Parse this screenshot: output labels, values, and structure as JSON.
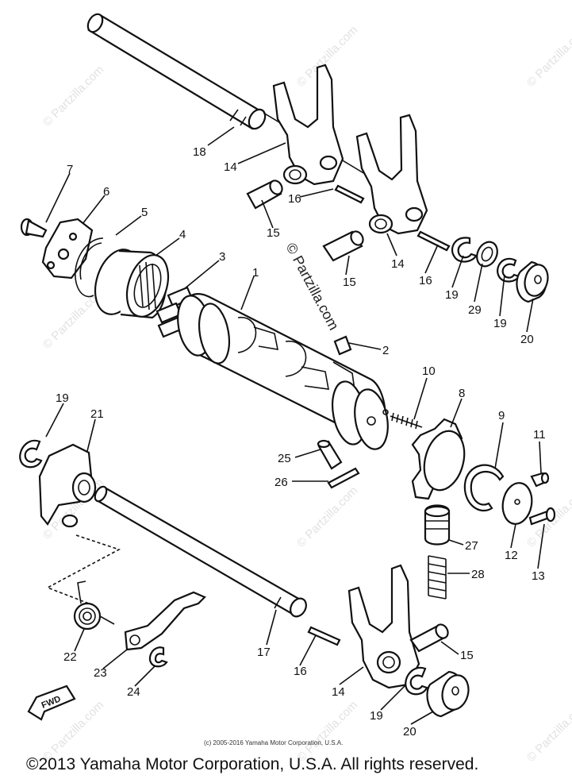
{
  "watermark": {
    "text": "© Partzilla.com",
    "center_text": "© Partzilla.com"
  },
  "parts": [
    {
      "id": "p1",
      "label": "1"
    },
    {
      "id": "p2",
      "label": "2"
    },
    {
      "id": "p3",
      "label": "3"
    },
    {
      "id": "p4",
      "label": "4"
    },
    {
      "id": "p5",
      "label": "5"
    },
    {
      "id": "p6",
      "label": "6"
    },
    {
      "id": "p7",
      "label": "7"
    },
    {
      "id": "p8",
      "label": "8"
    },
    {
      "id": "p9",
      "label": "9"
    },
    {
      "id": "p10",
      "label": "10"
    },
    {
      "id": "p11",
      "label": "11"
    },
    {
      "id": "p12",
      "label": "12"
    },
    {
      "id": "p13",
      "label": "13"
    },
    {
      "id": "p14a",
      "label": "14"
    },
    {
      "id": "p14b",
      "label": "14"
    },
    {
      "id": "p14c",
      "label": "14"
    },
    {
      "id": "p15a",
      "label": "15"
    },
    {
      "id": "p15b",
      "label": "15"
    },
    {
      "id": "p15c",
      "label": "15"
    },
    {
      "id": "p16a",
      "label": "16"
    },
    {
      "id": "p16b",
      "label": "16"
    },
    {
      "id": "p16c",
      "label": "16"
    },
    {
      "id": "p17",
      "label": "17"
    },
    {
      "id": "p18",
      "label": "18"
    },
    {
      "id": "p19a",
      "label": "19"
    },
    {
      "id": "p19b",
      "label": "19"
    },
    {
      "id": "p19c",
      "label": "19"
    },
    {
      "id": "p19d",
      "label": "19"
    },
    {
      "id": "p20a",
      "label": "20"
    },
    {
      "id": "p20b",
      "label": "20"
    },
    {
      "id": "p21",
      "label": "21"
    },
    {
      "id": "p22",
      "label": "22"
    },
    {
      "id": "p23",
      "label": "23"
    },
    {
      "id": "p24",
      "label": "24"
    },
    {
      "id": "p25",
      "label": "25"
    },
    {
      "id": "p26",
      "label": "26"
    },
    {
      "id": "p27",
      "label": "27"
    },
    {
      "id": "p28",
      "label": "28"
    },
    {
      "id": "p29",
      "label": "29"
    }
  ],
  "fwd_label": "FWD",
  "small_copyright": "(c) 2005-2016 Yamaha Motor Corporation, U.S.A.",
  "copyright": "©2013 Yamaha Motor Corporation, U.S.A. All rights reserved."
}
